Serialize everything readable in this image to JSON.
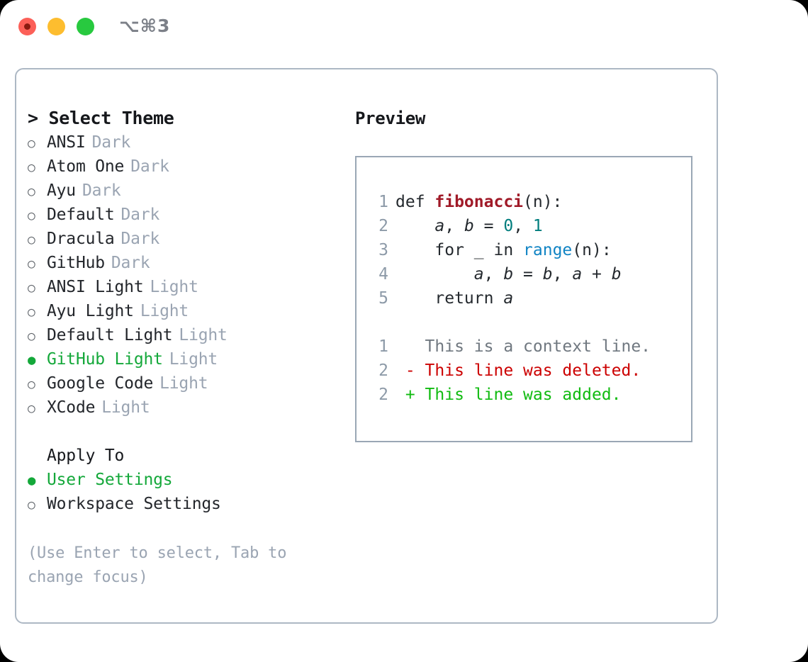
{
  "window": {
    "shortcut": "⌥⌘3",
    "traffic_lights": [
      {
        "name": "close",
        "color": "#fc6058"
      },
      {
        "name": "minimize",
        "color": "#fdbd2f"
      },
      {
        "name": "maximize",
        "color": "#28c93f"
      }
    ]
  },
  "colors": {
    "accent_green": "#14a83a",
    "muted": "#9aa4b2",
    "text": "#23262b",
    "border": "#adb8c4",
    "preview_border": "#9aa7b5",
    "syntax_function": "#a01a28",
    "syntax_number": "#007d7d",
    "syntax_call": "#1184c4",
    "diff_added": "#11bb11",
    "diff_deleted": "#cc0000",
    "diff_context": "#707880",
    "line_number": "#8d9aa8"
  },
  "theme_picker": {
    "heading_prefix": "> ",
    "heading": "Select Theme",
    "bullet_unselected": "○",
    "bullet_selected": "●",
    "items": [
      {
        "name": "ANSI",
        "variant": "Dark",
        "selected": false
      },
      {
        "name": "Atom One",
        "variant": "Dark",
        "selected": false
      },
      {
        "name": "Ayu",
        "variant": "Dark",
        "selected": false
      },
      {
        "name": "Default",
        "variant": "Dark",
        "selected": false
      },
      {
        "name": "Dracula",
        "variant": "Dark",
        "selected": false
      },
      {
        "name": "GitHub",
        "variant": "Dark",
        "selected": false
      },
      {
        "name": "ANSI Light",
        "variant": "Light",
        "selected": false
      },
      {
        "name": "Ayu Light",
        "variant": "Light",
        "selected": false
      },
      {
        "name": "Default Light",
        "variant": "Light",
        "selected": false
      },
      {
        "name": "GitHub Light",
        "variant": "Light",
        "selected": true
      },
      {
        "name": "Google Code",
        "variant": "Light",
        "selected": false
      },
      {
        "name": "XCode",
        "variant": "Light",
        "selected": false
      }
    ]
  },
  "apply_to": {
    "title": "Apply To",
    "options": [
      {
        "label": "User Settings",
        "selected": true
      },
      {
        "label": "Workspace Settings",
        "selected": false
      }
    ]
  },
  "hint": "(Use Enter to select, Tab to change focus)",
  "preview": {
    "title": "Preview",
    "code_lines": [
      {
        "number": "1",
        "tokens": [
          {
            "text": "def ",
            "kind": "kw"
          },
          {
            "text": "fibonacci",
            "kind": "fn"
          },
          {
            "text": "(n):",
            "kind": "punct"
          }
        ]
      },
      {
        "number": "2",
        "tokens": [
          {
            "text": "    ",
            "kind": "plain"
          },
          {
            "text": "a",
            "kind": "var"
          },
          {
            "text": ", ",
            "kind": "punct"
          },
          {
            "text": "b",
            "kind": "var"
          },
          {
            "text": " = ",
            "kind": "punct"
          },
          {
            "text": "0",
            "kind": "num"
          },
          {
            "text": ", ",
            "kind": "punct"
          },
          {
            "text": "1",
            "kind": "num"
          }
        ]
      },
      {
        "number": "3",
        "tokens": [
          {
            "text": "    for ",
            "kind": "kw"
          },
          {
            "text": "_",
            "kind": "plain"
          },
          {
            "text": " in ",
            "kind": "kw"
          },
          {
            "text": "range",
            "kind": "call"
          },
          {
            "text": "(n):",
            "kind": "punct"
          }
        ]
      },
      {
        "number": "4",
        "tokens": [
          {
            "text": "        ",
            "kind": "plain"
          },
          {
            "text": "a",
            "kind": "var"
          },
          {
            "text": ", ",
            "kind": "punct"
          },
          {
            "text": "b",
            "kind": "var"
          },
          {
            "text": " = ",
            "kind": "punct"
          },
          {
            "text": "b",
            "kind": "var"
          },
          {
            "text": ", ",
            "kind": "punct"
          },
          {
            "text": "a",
            "kind": "var"
          },
          {
            "text": " + ",
            "kind": "punct"
          },
          {
            "text": "b",
            "kind": "var"
          }
        ]
      },
      {
        "number": "5",
        "tokens": [
          {
            "text": "    return ",
            "kind": "kw"
          },
          {
            "text": "a",
            "kind": "var"
          }
        ]
      }
    ],
    "diff_lines": [
      {
        "number": "1",
        "marker": "  ",
        "text": "This is a context line.",
        "kind": "context"
      },
      {
        "number": "2",
        "marker": "- ",
        "text": "This line was deleted.",
        "kind": "deleted"
      },
      {
        "number": "2",
        "marker": "+ ",
        "text": "This line was added.",
        "kind": "added"
      }
    ]
  }
}
